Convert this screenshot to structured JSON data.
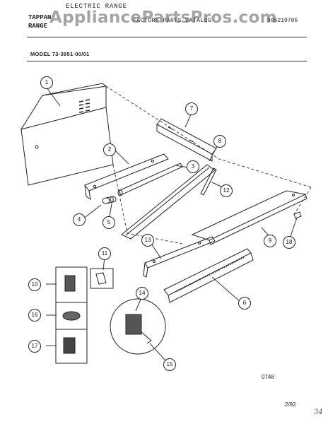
{
  "header": {
    "line_top": "ELECTRIC RANGE",
    "left_top": "TAPPAN",
    "left_bottom": "RANGE",
    "center": "FACTORY PARTS CATALOG",
    "code": "995219705"
  },
  "watermark": "AppliancePartsPros.com",
  "model_label": "MODEL 73-3951-00/01",
  "callouts": [
    "1",
    "2",
    "3",
    "4",
    "5",
    "6",
    "7",
    "8",
    "9",
    "10",
    "11",
    "12",
    "13",
    "14",
    "15",
    "16",
    "17",
    "18"
  ],
  "footer": {
    "drawing_no": "0748",
    "date": "2/92",
    "page_mark": "34"
  }
}
